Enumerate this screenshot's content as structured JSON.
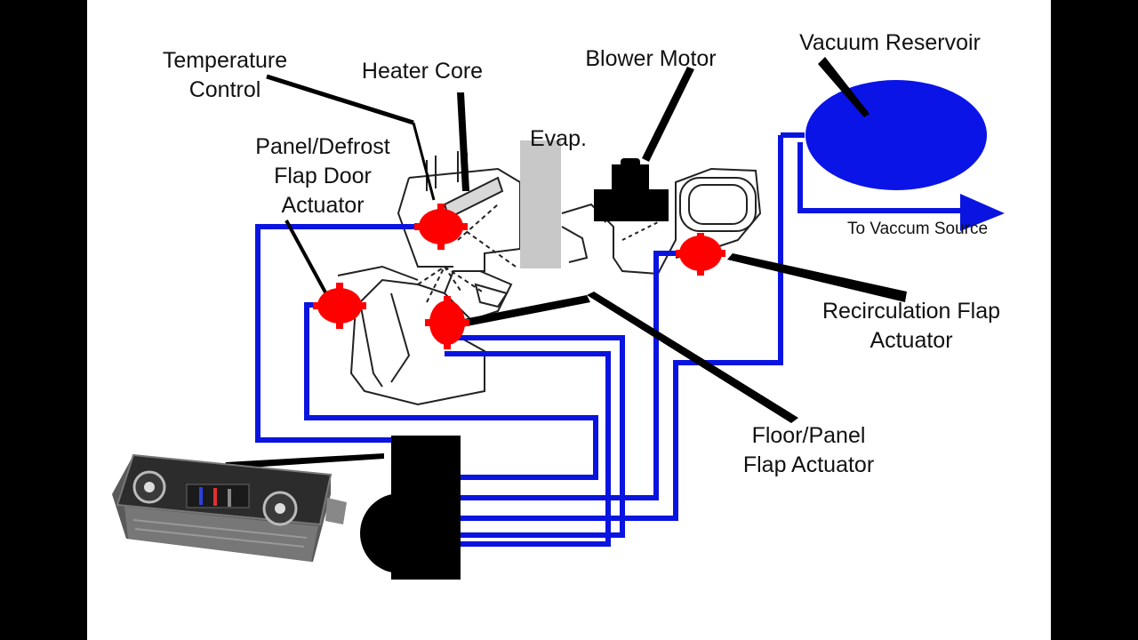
{
  "labels": {
    "temperature_control": [
      "Temperature",
      "Control"
    ],
    "heater_core": "Heater Core",
    "blower_motor": "Blower Motor",
    "vacuum_reservoir": "Vacuum Reservoir",
    "evap": "Evap.",
    "panel_defrost_actuator": [
      "Panel/Defrost",
      "Flap Door",
      "Actuator"
    ],
    "to_vacuum_source": "To Vaccum Source",
    "recirculation_actuator": [
      "Recirculation Flap",
      "Actuator"
    ],
    "floor_panel_actuator": [
      "Floor/Panel",
      "Flap Actuator"
    ]
  },
  "colors": {
    "vacuum_line": "#0a14e0",
    "actuator": "#ff0000",
    "reservoir": "#0a14e6",
    "evaporator": "#c8c8c8",
    "leader_line": "#000000",
    "background_bars": "#000000"
  }
}
